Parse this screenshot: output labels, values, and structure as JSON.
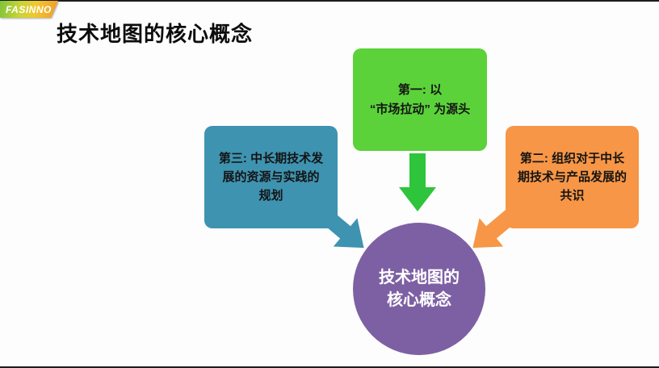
{
  "logo": {
    "text": "FASINNO"
  },
  "title": "技术地图的核心概念",
  "diagram": {
    "top_box": {
      "text": "第一: 以“市场拉动” 为源头",
      "lines": [
        "第一: 以",
        "“市场拉动” 为源头"
      ]
    },
    "left_box": {
      "text": "第三: 中长期技术发展的资源与实践的规划",
      "lines": [
        "第三: 中长期技术发",
        "展的资源与实践的",
        "规划"
      ]
    },
    "right_box": {
      "text": "第二: 组织对于中长期技术与产品发展的共识",
      "lines": [
        "第二: 组织对于中长",
        "期技术与产品发展的",
        "共识"
      ]
    },
    "center_circle": {
      "text": "技术地图的核心概念",
      "lines": [
        "技术地图的",
        "核心概念"
      ]
    }
  },
  "colors": {
    "top_box": "#5bd23a",
    "down_arrow": "#2ec43c",
    "left_box": "#3e93b0",
    "right_box": "#f79646",
    "center_circle": "#7d60a3",
    "logo_gradient": [
      "#7ec43c",
      "#f0c92f",
      "#f0992b"
    ]
  }
}
